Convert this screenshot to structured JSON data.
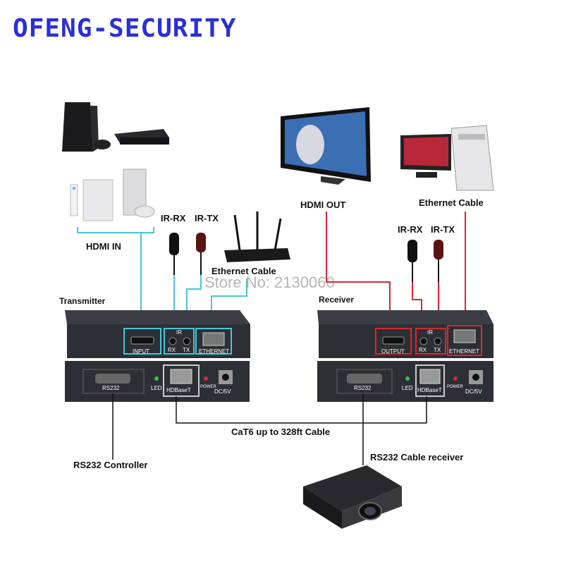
{
  "brand": "OFENG-SECURITY",
  "watermark": "Store No: 2130060",
  "labels": {
    "hdmi_in": "HDMI IN",
    "hdmi_out": "HDMI OUT",
    "ethernet_cable_tx": "Ethernet Cable",
    "ethernet_cable_rx": "Ethernet Cable",
    "ir_rx_tx": "IR-RX",
    "ir_tx_tx": "IR-TX",
    "ir_rx_rx": "IR-RX",
    "ir_tx_rx": "IR-TX",
    "transmitter": "Transmitter",
    "receiver": "Receiver",
    "cat6": "CaT6 up to 328ft Cable",
    "rs232_controller": "RS232 Controller",
    "rs232_receiver": "RS232 Cable receiver"
  },
  "ports": {
    "input": "INPUT",
    "output": "OUTPUT",
    "ir": "IR",
    "rx": "RX",
    "tx": "TX",
    "ethernet": "ETHERNET",
    "rs232": "RS232",
    "led": "LED",
    "hdbaset": "HDBaseT",
    "power": "POWER",
    "dc": "DC/5V"
  },
  "colors": {
    "brand": "#2a2fd6",
    "tx_highlight": "#45c7d6",
    "rx_highlight": "#d8282c",
    "device_body": "#2c2f35"
  }
}
